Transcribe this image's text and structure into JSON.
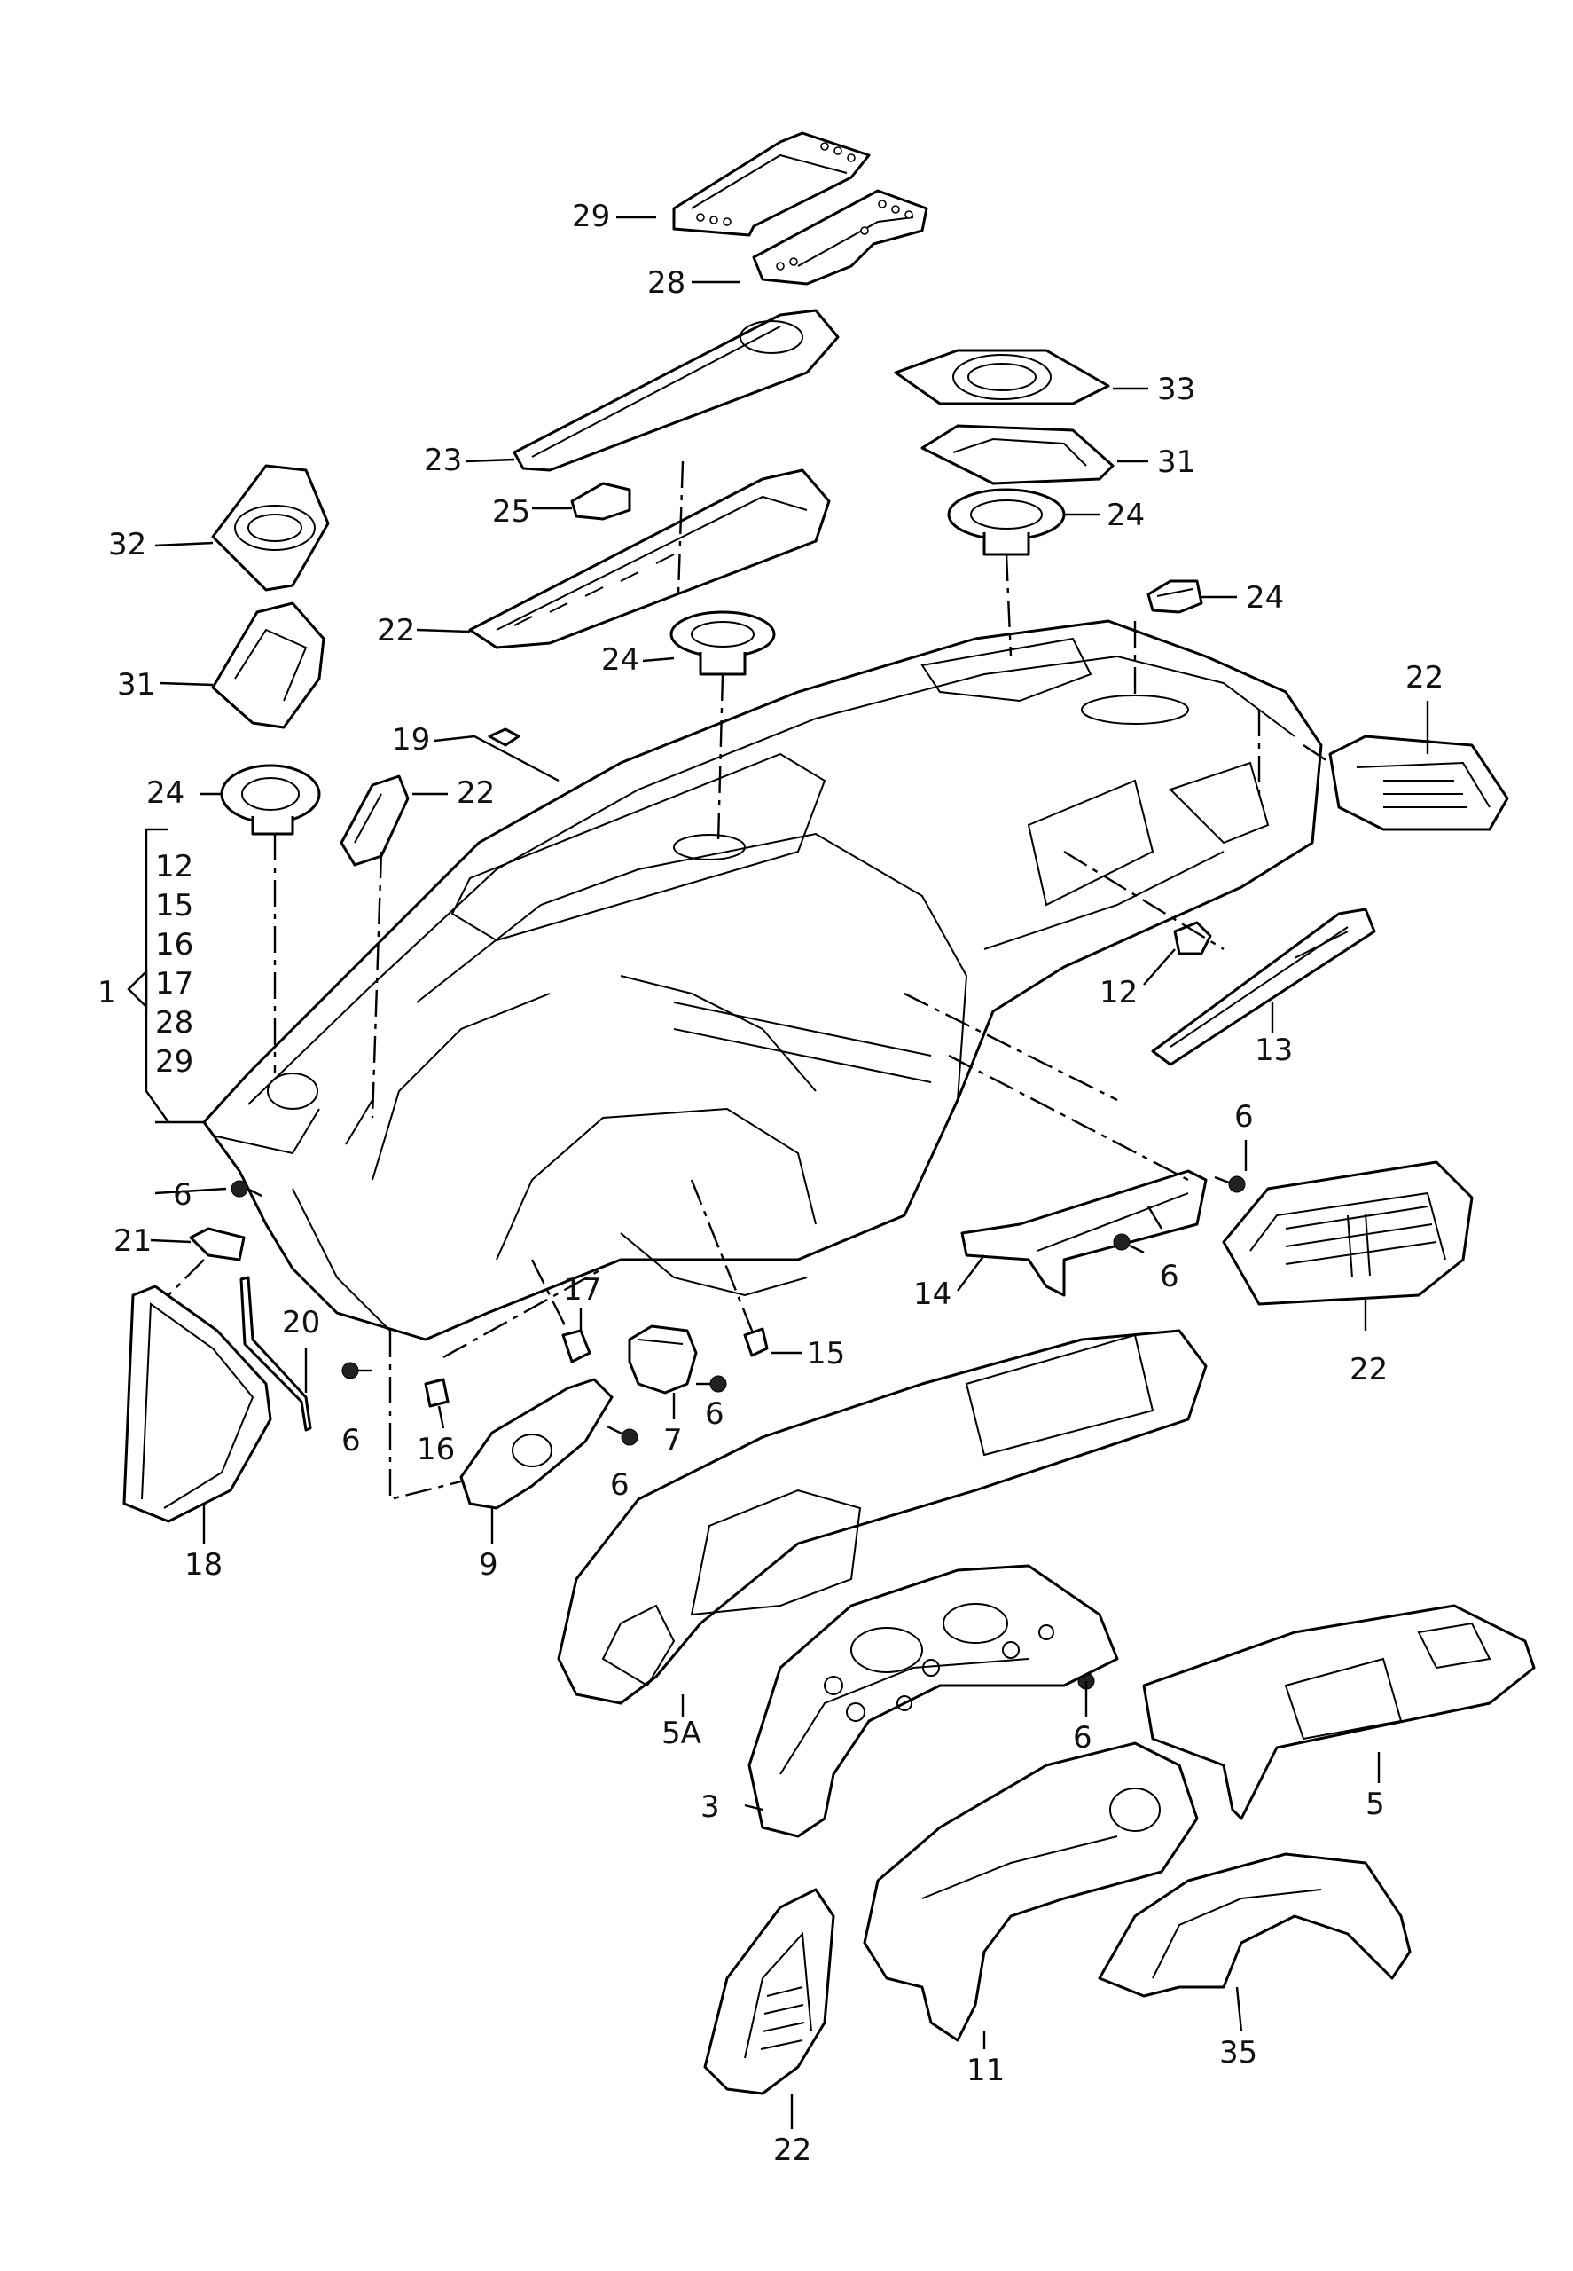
{
  "labels": {
    "l29": "29",
    "l28": "28",
    "l23": "23",
    "l25": "25",
    "l22a": "22",
    "l24a": "24",
    "l32": "32",
    "l31a": "31",
    "l19": "19",
    "l22b": "22",
    "l24b": "24",
    "l33": "33",
    "l31b": "31",
    "l24c": "24",
    "l24d": "24",
    "l22c": "22",
    "l1": "1",
    "g12": "12",
    "g15": "15",
    "g16": "16",
    "g17": "17",
    "g28": "28",
    "g29": "29",
    "l12": "12",
    "l13": "13",
    "l6a": "6",
    "l6b": "6",
    "l6c": "6",
    "l6d": "6",
    "l6e": "6",
    "l6f": "6",
    "l6g": "6",
    "l21": "21",
    "l20": "20",
    "l18": "18",
    "l17": "17",
    "l16": "16",
    "l9": "9",
    "l7": "7",
    "l15": "15",
    "l14": "14",
    "l22d": "22",
    "l5A": "5A",
    "l3": "3",
    "l5": "5",
    "l11": "11",
    "l35": "35",
    "l22e": "22"
  }
}
